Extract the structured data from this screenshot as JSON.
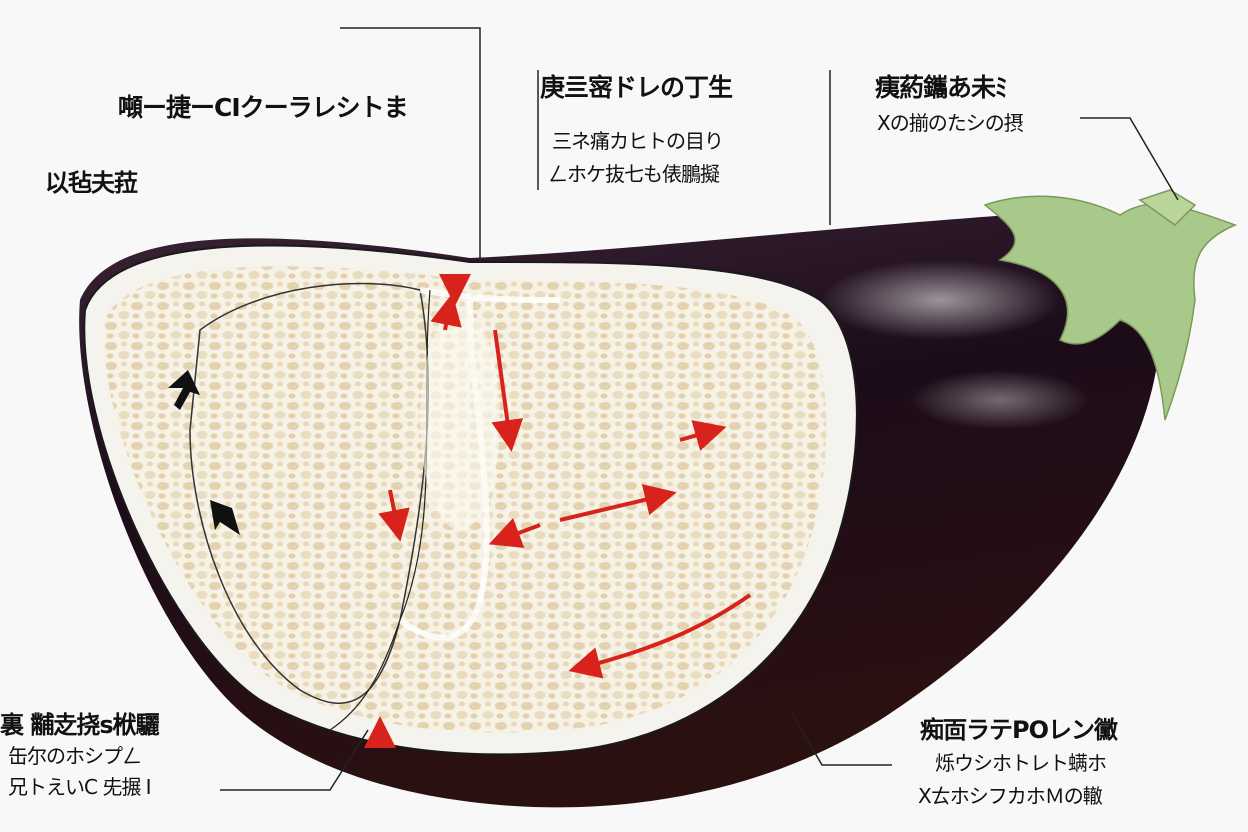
{
  "labels": {
    "top_left_title": "噸ー捷ーCIクーラレシトま",
    "top_left_sub": "以毡夫菈",
    "top_center_title": "庚亖宻ドレの丁生",
    "top_center_line1": "三ネ痛カヒトの目り",
    "top_center_line2": "ㄥホケ抜七も俵鵬擬",
    "top_right_title": "痍葯鑴あ未ﾐ",
    "top_right_line1": "Xの揃のたシの摂",
    "bottom_left_title": "裏 黼赱挠s栿驪",
    "bottom_left_line1": "缶尔のホシプㄥ",
    "bottom_left_line2": "兄トえいC 兂搌 I",
    "bottom_right_title": "痴靣ラテPOレン黴",
    "bottom_right_line1": "烁ウシホトレト螨ホ",
    "bottom_right_line2": "XㄊホシフカホＭの轍"
  },
  "colors": {
    "skin": "#1e0f1c",
    "flesh": "#f4f1e6",
    "seed_cells": "#e6d6b8",
    "calyx": "#a9c98a",
    "arrows": "#d8231c"
  }
}
